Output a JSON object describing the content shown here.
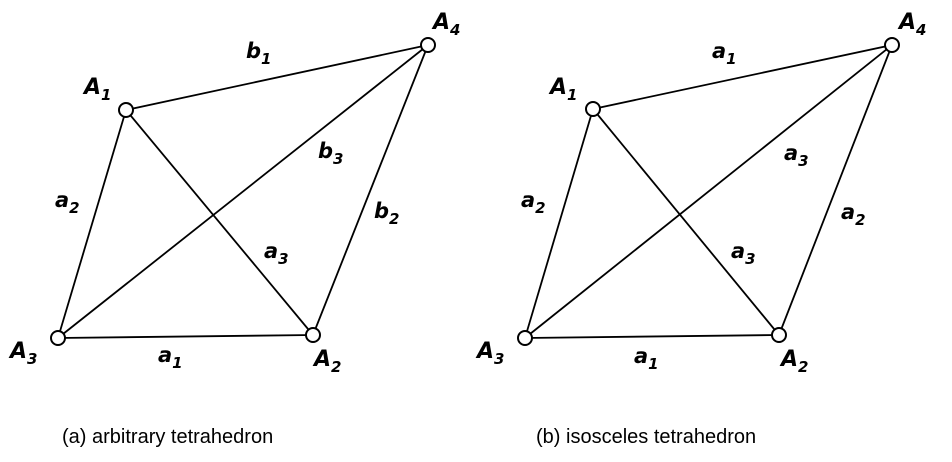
{
  "panels": [
    {
      "caption": "(a) arbitrary tetrahedron",
      "vertices": [
        {
          "base": "A",
          "sub": "1"
        },
        {
          "base": "A",
          "sub": "2"
        },
        {
          "base": "A",
          "sub": "3"
        },
        {
          "base": "A",
          "sub": "4"
        }
      ],
      "edges": [
        {
          "base": "b",
          "sub": "1"
        },
        {
          "base": "a",
          "sub": "2"
        },
        {
          "base": "b",
          "sub": "3"
        },
        {
          "base": "b",
          "sub": "2"
        },
        {
          "base": "a",
          "sub": "3"
        },
        {
          "base": "a",
          "sub": "1"
        }
      ]
    },
    {
      "caption": "(b) isosceles tetrahedron",
      "vertices": [
        {
          "base": "A",
          "sub": "1"
        },
        {
          "base": "A",
          "sub": "2"
        },
        {
          "base": "A",
          "sub": "3"
        },
        {
          "base": "A",
          "sub": "4"
        }
      ],
      "edges": [
        {
          "base": "a",
          "sub": "1"
        },
        {
          "base": "a",
          "sub": "2"
        },
        {
          "base": "a",
          "sub": "3"
        },
        {
          "base": "a",
          "sub": "2"
        },
        {
          "base": "a",
          "sub": "3"
        },
        {
          "base": "a",
          "sub": "1"
        }
      ]
    }
  ]
}
